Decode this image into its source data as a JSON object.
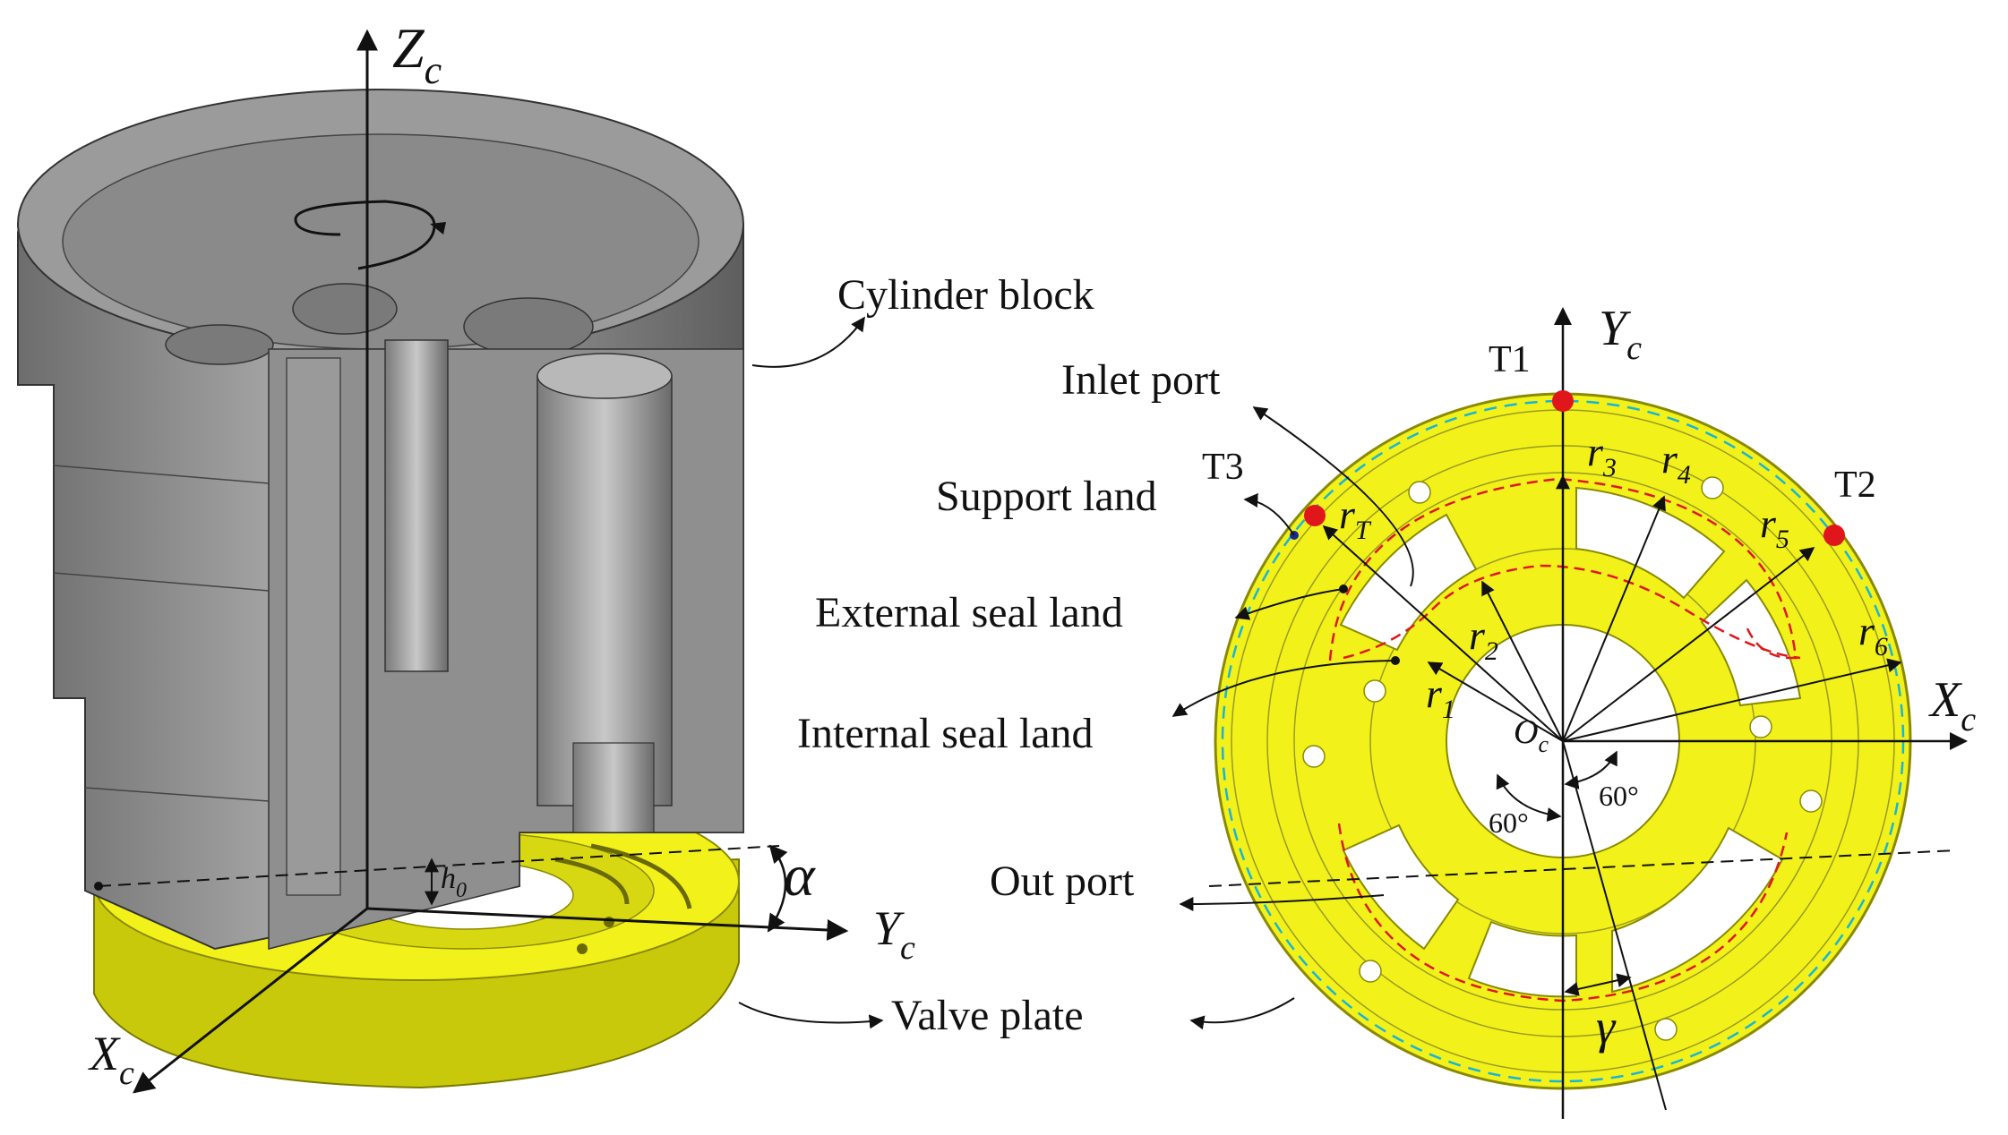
{
  "left_labels": {
    "zc_main": "Z",
    "zc_sub": "c",
    "yc_main": "Y",
    "yc_sub": "c",
    "xc_main": "X",
    "xc_sub": "c",
    "h0_main": "h",
    "h0_sub": "0",
    "alpha": "α",
    "cylinder_block": "Cylinder block",
    "valve_plate": "Valve plate"
  },
  "right_labels": {
    "inlet_port": "Inlet port",
    "support_land": "Support land",
    "external_seal_land": "External seal land",
    "internal_seal_land": "Internal seal land",
    "out_port": "Out port",
    "t1": "T1",
    "t2": "T2",
    "t3": "T3",
    "yc_main": "Y",
    "yc_sub": "c",
    "xc_main": "X",
    "xc_sub": "c",
    "oc_main": "O",
    "oc_sub": "c",
    "r1_main": "r",
    "r1_sub": "1",
    "r2_main": "r",
    "r2_sub": "2",
    "r3_main": "r",
    "r3_sub": "3",
    "r4_main": "r",
    "r4_sub": "4",
    "r5_main": "r",
    "r5_sub": "5",
    "r6_main": "r",
    "r6_sub": "6",
    "rt_main": "r",
    "rt_sub": "T",
    "angle_left": "60°",
    "angle_right": "60°",
    "gamma": "γ"
  },
  "colors": {
    "valve_plate": "#f2f21a",
    "valve_plate_edge": "#b9b90a",
    "cylinder": "#8a8a8a",
    "cylinder_light": "#b5b5b5",
    "cylinder_dark": "#5a5a5a",
    "temp_point": "#e0161a",
    "seal_dashed": "#e0161a",
    "track_dashed": "#18b4d8"
  }
}
